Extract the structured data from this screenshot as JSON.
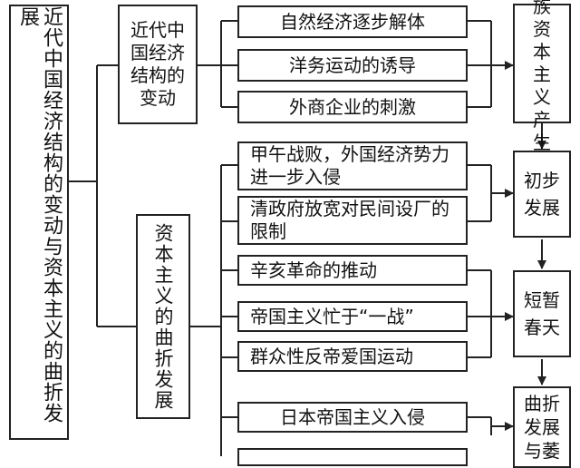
{
  "main_title": "近代中国经济结构的变动与资本主义的曲折发展",
  "section_1": {
    "title": "近代中国经济结构的变动",
    "items": [
      "自然经济逐步解体",
      "洋务运动的诱导",
      "外商企业的刺激"
    ]
  },
  "section_2": {
    "title": "资本主义的曲折发展",
    "items": [
      "甲午战败，外国经济势力进一步入侵",
      "清政府放宽对民间设厂的限制",
      "辛亥革命的推动",
      "帝国主义忙于“一战”",
      "群众性反帝爱国运动",
      "日本帝国主义入侵"
    ]
  },
  "stages": [
    "民族资本主义产生",
    "初步发展",
    "短暂春天",
    "曲折发展与萎"
  ]
}
